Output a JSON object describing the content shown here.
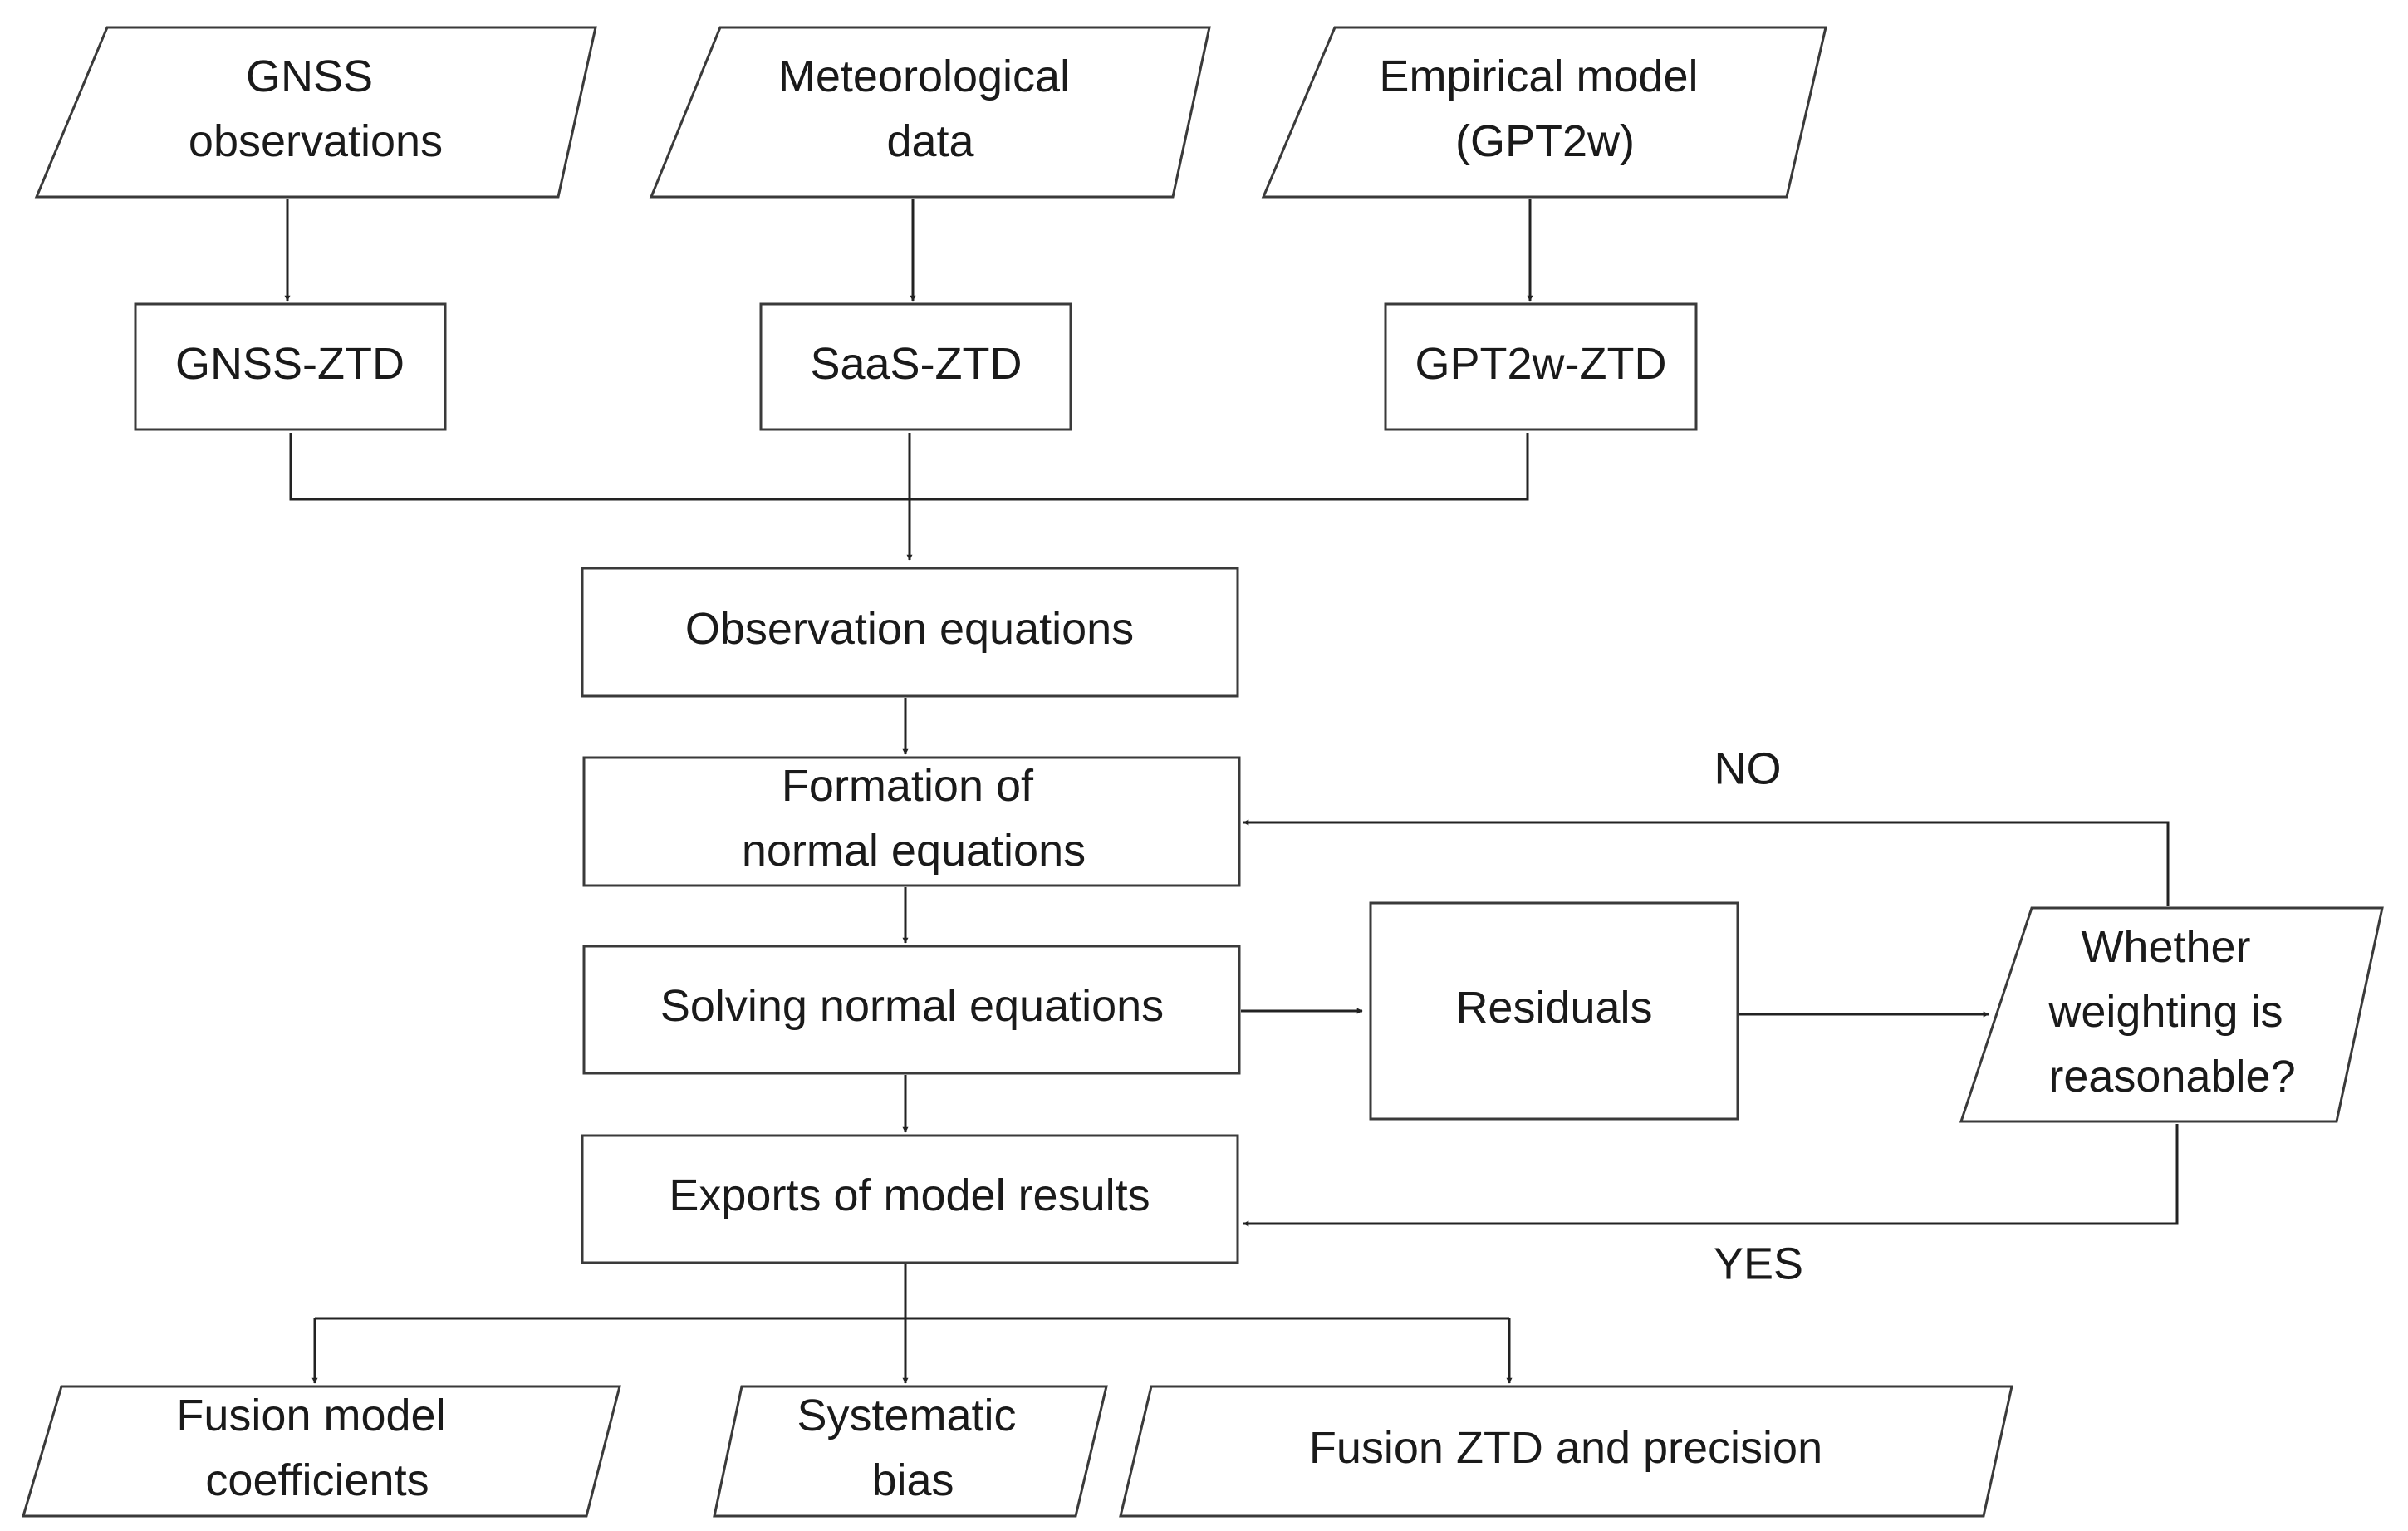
{
  "nodes": {
    "gnss_obs": [
      "GNSS",
      "observations"
    ],
    "met_data": [
      "Meteorological",
      "data"
    ],
    "emp_model": [
      "Empirical model",
      "(GPT2w)"
    ],
    "gnss_ztd": [
      "GNSS-ZTD"
    ],
    "saas_ztd": [
      "SaaS-ZTD"
    ],
    "gpt2w_ztd": [
      "GPT2w-ZTD"
    ],
    "obs_eq": [
      "Observation equations"
    ],
    "formation": [
      "Formation of",
      "normal equations"
    ],
    "solving": [
      "Solving normal equations"
    ],
    "residuals": [
      "Residuals"
    ],
    "whether": [
      "Whether",
      "weighting is",
      "reasonable?"
    ],
    "exports": [
      "Exports of model results"
    ],
    "fusion_coef": [
      "Fusion model",
      "coefficients"
    ],
    "sys_bias": [
      "Systematic",
      "bias"
    ],
    "fusion_ztd": [
      "Fusion ZTD and precision"
    ]
  },
  "edge_labels": {
    "no": "NO",
    "yes": "YES"
  },
  "colors": {
    "stroke": "#3a3a3a",
    "text": "#1a1a1a",
    "background": "#ffffff"
  }
}
